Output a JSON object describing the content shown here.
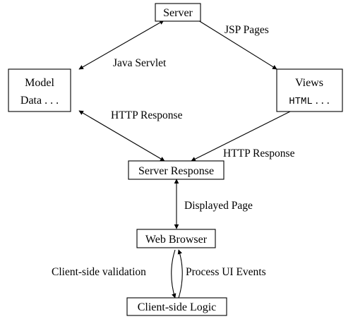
{
  "nodes": {
    "server": {
      "label": "Server"
    },
    "model": {
      "line1": "Model",
      "line2": "Data . . ."
    },
    "views": {
      "line1": "Views",
      "line2_mono": "HTML",
      "line2_rest": " . . ."
    },
    "server_response": {
      "label": "Server Response"
    },
    "web_browser": {
      "label": "Web Browser"
    },
    "client_logic": {
      "label": "Client-side Logic"
    }
  },
  "edges": {
    "server_views": "JSP Pages",
    "server_model": "Java Servlet",
    "model_response": "HTTP Response",
    "views_response": "HTTP Response",
    "response_browser": "Displayed Page",
    "browser_logic_left": "Client-side validation",
    "browser_logic_right": "Process UI Events"
  }
}
